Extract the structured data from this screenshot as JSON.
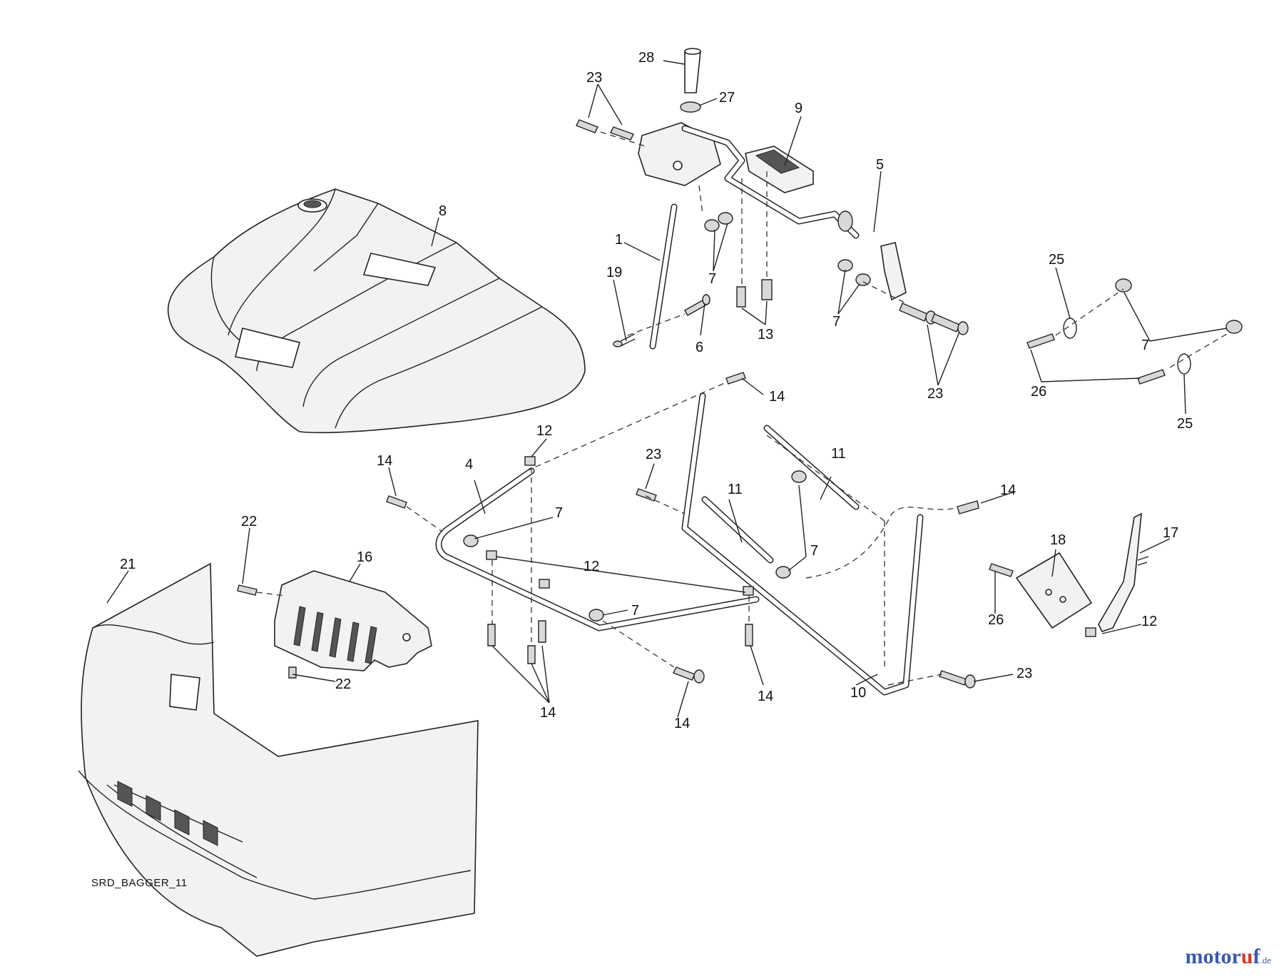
{
  "diagram": {
    "reference_code": "SRD_BAGGER_11",
    "callouts": {
      "c28": "28",
      "c27": "27",
      "c23a": "23",
      "c9": "9",
      "c8": "8",
      "c5": "5",
      "c1": "1",
      "c19": "19",
      "c6": "6",
      "c7a": "7",
      "c13": "13",
      "c7b": "7",
      "c23b": "23",
      "c25a": "25",
      "c7c": "7",
      "c26a": "26",
      "c25b": "25",
      "c14a": "14",
      "c12a": "12",
      "c4": "4",
      "c14b": "14",
      "c23c": "23",
      "c11a": "11",
      "c11b": "11",
      "c7d": "7",
      "c7e": "7",
      "c14c": "14",
      "c22a": "22",
      "c16": "16",
      "c21": "21",
      "c12b": "12",
      "c18": "18",
      "c17": "17",
      "c26b": "26",
      "c12c": "12",
      "c7f": "7",
      "c22b": "22",
      "c14d": "14",
      "c14e": "14",
      "c14f": "14",
      "c10": "10",
      "c23d": "23"
    }
  },
  "watermark": {
    "part1": "motor",
    "part2": "u",
    "part3": "f",
    "suffix": ".de"
  }
}
